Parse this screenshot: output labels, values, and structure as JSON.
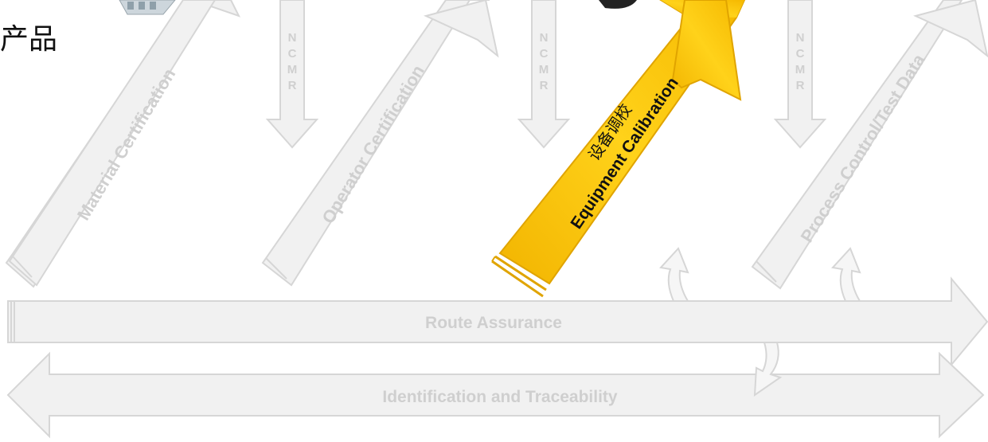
{
  "top_fragment": "产品",
  "diagonals": [
    {
      "label": "Material Certification"
    },
    {
      "label": "Operator Certification"
    },
    {
      "label": "Equipment Calibration",
      "label_cn": "设备调校",
      "highlighted": true
    },
    {
      "label": "Process Control/Test Data"
    }
  ],
  "ncmr": [
    "N",
    "C",
    "M",
    "R"
  ],
  "route_label": "Route Assurance",
  "trace_label": "Identification and Traceability",
  "colors": {
    "faded_fill": "#f1f1f1",
    "faded_stroke": "#d6d6d6",
    "faded_text": "#cfcfcf",
    "highlight_light": "#ffd21a",
    "highlight_dark": "#e0a400",
    "highlight_text": "#111111"
  }
}
